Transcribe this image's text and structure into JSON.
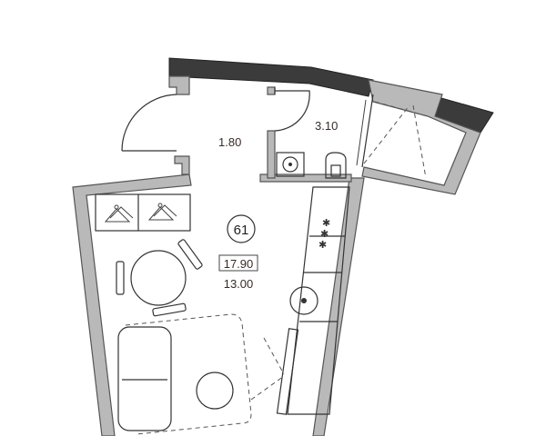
{
  "plan": {
    "unit_number": "61",
    "total_area": "17.90",
    "living_area": "13.00",
    "rooms": [
      {
        "id": "hallway",
        "area": "1.80"
      },
      {
        "id": "bathroom",
        "area": "3.10"
      }
    ]
  }
}
